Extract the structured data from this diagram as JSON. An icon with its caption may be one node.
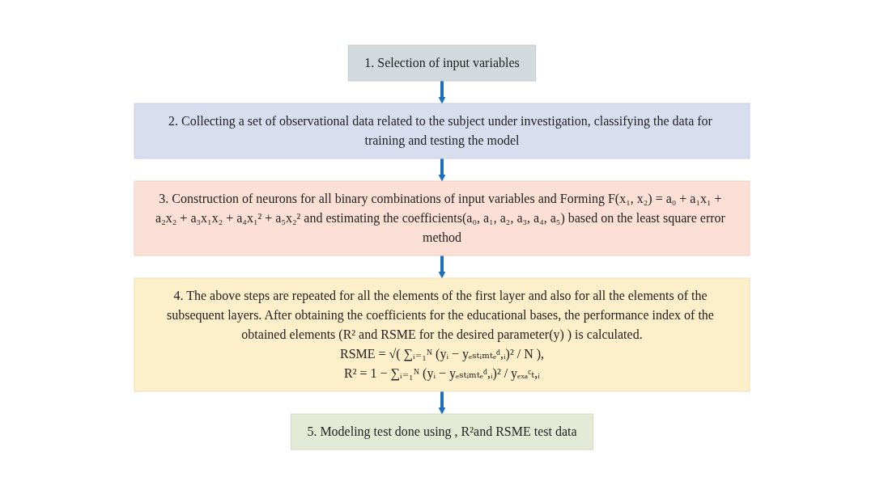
{
  "diagram": {
    "nodes": [
      {
        "text": [
          "1. Selection of input variables"
        ]
      },
      {
        "text": [
          "2. Collecting a set of observational data related to the subject under investigation, classifying the data for training and testing the model"
        ]
      },
      {
        "text": [
          "3. Construction of neurons for all binary combinations of input variables and Forming F(x₁, x₂) = a₀ + a₁x₁ + a₂x₂ + a₃x₁x₂ + a₄x₁² + a₅x₂² and estimating the coefficients(a₀, a₁, a₂, a₃, a₄, a₅) based on the least square error method"
        ]
      },
      {
        "text": [
          "4. The above steps are repeated for all the elements of the first layer and also for all the elements of the subsequent layers. After obtaining the coefficients for the educational bases, the performance index of the obtained elements (R² and RSME for the desired parameter(y) ) is calculated.",
          "RSME = √( ∑ᵢ₌₁ᴺ (yᵢ − yₑₛₜᵢₘₜₑᵈ,ᵢ)² / N ),",
          "R² = 1 − ∑ᵢ₌₁ᴺ (yᵢ − yₑₛₜᵢₘₜₑᵈ,ᵢ)² / yₑₓₐᶜₜ,ᵢ"
        ]
      },
      {
        "text": [
          "5. Modeling test done using , R²and RSME test data"
        ]
      }
    ],
    "edges": [
      {
        "from": 0,
        "to": 1,
        "arrow": "to"
      },
      {
        "from": 1,
        "to": 2,
        "arrow": "to"
      },
      {
        "from": 2,
        "to": 3,
        "arrow": "to"
      },
      {
        "from": 3,
        "to": 4,
        "arrow": "to"
      }
    ]
  }
}
